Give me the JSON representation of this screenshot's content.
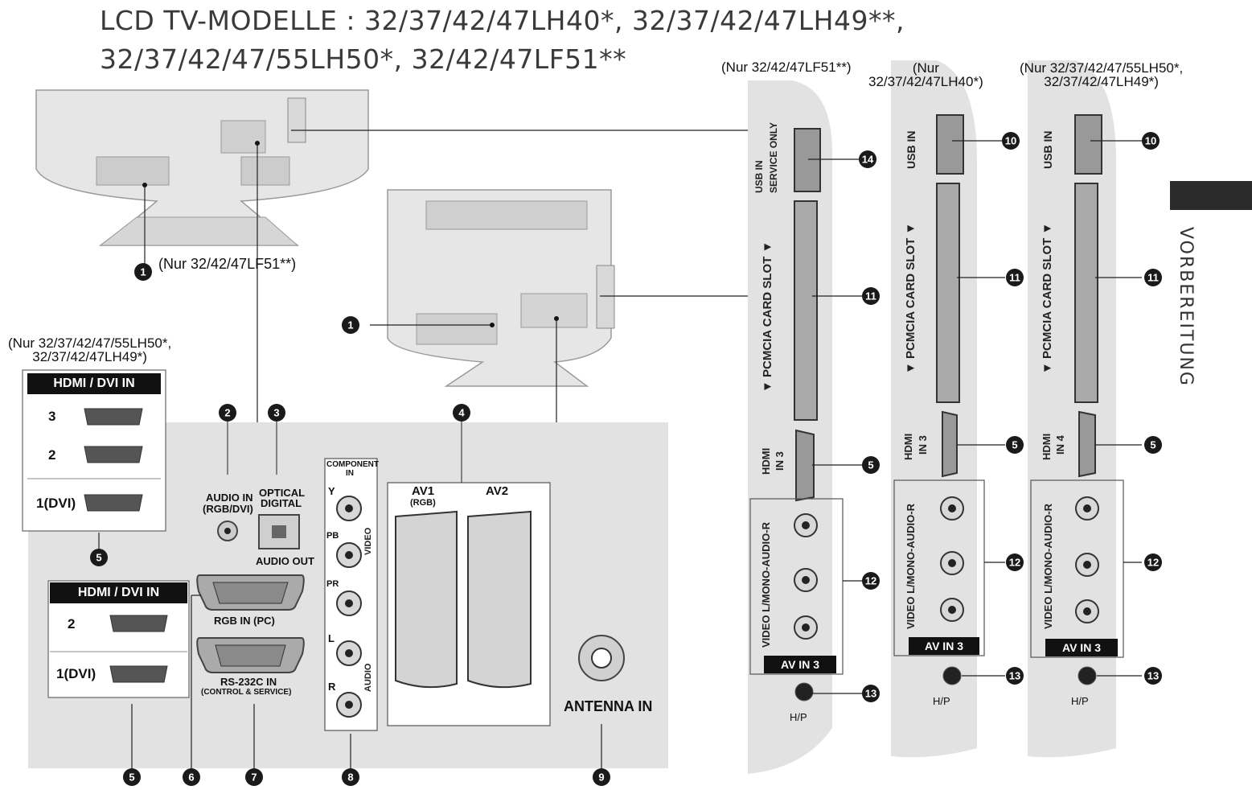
{
  "header": {
    "title_line1": "LCD TV-MODELLE  : 32/37/42/47LH40*, 32/37/42/47LH49**,",
    "title_line2": "32/37/42/47/55LH50*, 32/42/47LF51**"
  },
  "section_tab": "VORBEREITUNG",
  "notes": {
    "lf51_top": "(Nur 32/42/47LF51**)",
    "lf51_side": "(Nur 32/42/47LF51**)",
    "lh40_side": "(Nur\n32/37/42/47LH40*)",
    "lh50_side": "(Nur 32/37/42/47/55LH50*,\n32/37/42/47LH49*)",
    "lh50_left": "(Nur 32/37/42/47/55LH50*,\n32/37/42/47LH49*)"
  },
  "panels": {
    "hdmi_top_title": "HDMI / DVI IN",
    "hdmi_top_ports": [
      "3",
      "2",
      "1(DVI)"
    ],
    "hdmi_bottom_title": "HDMI / DVI IN",
    "hdmi_bottom_ports": [
      "2",
      "1(DVI)"
    ],
    "audio_in": "AUDIO IN",
    "audio_in_sub": "(RGB/DVI)",
    "optical": "OPTICAL",
    "digital": "DIGITAL",
    "audio_out": "AUDIO OUT",
    "rgb_in": "RGB IN (PC)",
    "rs232": "RS-232C IN",
    "rs232_sub": "(CONTROL & SERVICE)",
    "component": "COMPONENT",
    "component_in": "IN",
    "comp_y": "Y",
    "comp_pb": "PB",
    "comp_pr": "PR",
    "comp_l": "L",
    "comp_r": "R",
    "video": "VIDEO",
    "audio": "AUDIO",
    "av1": "AV1",
    "av1_sub": "(RGB)",
    "av2": "AV2",
    "antenna": "ANTENNA IN"
  },
  "side_panels": [
    {
      "usb": "USB IN",
      "usb_sub": "SERVICE ONLY",
      "pcmcia": "▼ PCMCIA CARD SLOT ▼",
      "hdmi": "HDMI",
      "hdmi_in": "IN 3",
      "av_label": "VIDEO L/MONO-AUDIO-R",
      "av_in": "AV IN 3",
      "hp": "H/P"
    },
    {
      "usb": "USB IN",
      "pcmcia": "▼ PCMCIA CARD SLOT ▼",
      "hdmi": "HDMI",
      "hdmi_in": "IN 3",
      "av_label": "VIDEO L/MONO-AUDIO-R",
      "av_in": "AV IN 3",
      "hp": "H/P"
    },
    {
      "usb": "USB IN",
      "pcmcia": "▼ PCMCIA CARD SLOT ▼",
      "hdmi": "HDMI",
      "hdmi_in": "IN 4",
      "av_label": "VIDEO L/MONO-AUDIO-R",
      "av_in": "AV IN 3",
      "hp": "H/P"
    }
  ],
  "callouts": [
    "1",
    "2",
    "3",
    "4",
    "5",
    "6",
    "7",
    "8",
    "9",
    "10",
    "11",
    "12",
    "13",
    "14"
  ]
}
